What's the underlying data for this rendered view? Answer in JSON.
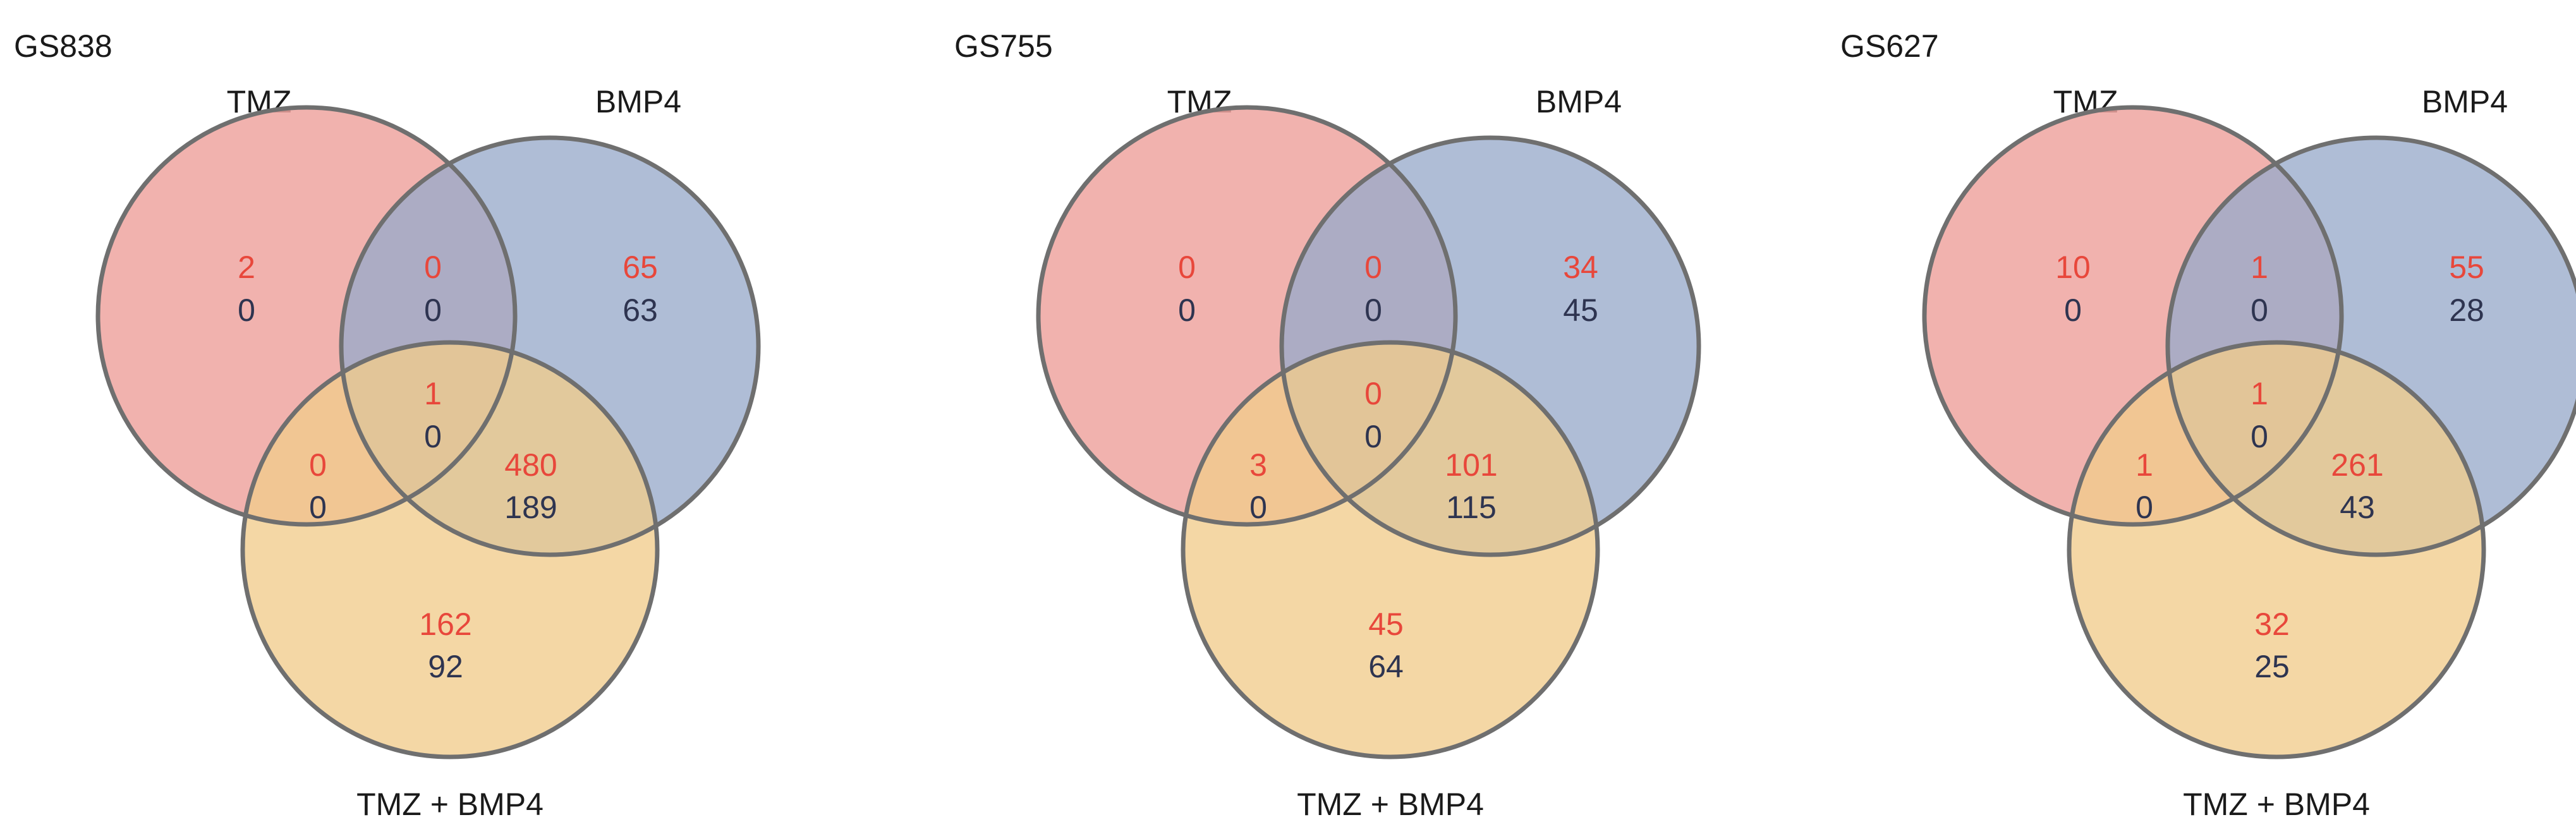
{
  "colors": {
    "tmz_fill": "#eea5a0",
    "bmp4_fill": "#98aacb",
    "combo_fill": "#f1cc8c",
    "outline": "#6f6f6f",
    "count_up": "#e8473b",
    "count_down": "#2e3450",
    "text": "#1a1a1a"
  },
  "diagrams": [
    {
      "title": "GS838",
      "labels": {
        "tmz": "TMZ",
        "bmp4": "BMP4",
        "combo": "TMZ + BMP4"
      },
      "regions": {
        "tmz_only": {
          "up": "2",
          "down": "0"
        },
        "tmz_bmp4": {
          "up": "0",
          "down": "0"
        },
        "bmp4_only": {
          "up": "65",
          "down": "63"
        },
        "all_three": {
          "up": "1",
          "down": "0"
        },
        "tmz_combo": {
          "up": "0",
          "down": "0"
        },
        "bmp4_combo": {
          "up": "480",
          "down": "189"
        },
        "combo_only": {
          "up": "162",
          "down": "92"
        }
      }
    },
    {
      "title": "GS755",
      "labels": {
        "tmz": "TMZ",
        "bmp4": "BMP4",
        "combo": "TMZ + BMP4"
      },
      "regions": {
        "tmz_only": {
          "up": "0",
          "down": "0"
        },
        "tmz_bmp4": {
          "up": "0",
          "down": "0"
        },
        "bmp4_only": {
          "up": "34",
          "down": "45"
        },
        "all_three": {
          "up": "0",
          "down": "0"
        },
        "tmz_combo": {
          "up": "3",
          "down": "0"
        },
        "bmp4_combo": {
          "up": "101",
          "down": "115"
        },
        "combo_only": {
          "up": "45",
          "down": "64"
        }
      }
    },
    {
      "title": "GS627",
      "labels": {
        "tmz": "TMZ",
        "bmp4": "BMP4",
        "combo": "TMZ + BMP4"
      },
      "regions": {
        "tmz_only": {
          "up": "10",
          "down": "0"
        },
        "tmz_bmp4": {
          "up": "1",
          "down": "0"
        },
        "bmp4_only": {
          "up": "55",
          "down": "28"
        },
        "all_three": {
          "up": "1",
          "down": "0"
        },
        "tmz_combo": {
          "up": "1",
          "down": "0"
        },
        "bmp4_combo": {
          "up": "261",
          "down": "43"
        },
        "combo_only": {
          "up": "32",
          "down": "25"
        }
      }
    }
  ]
}
